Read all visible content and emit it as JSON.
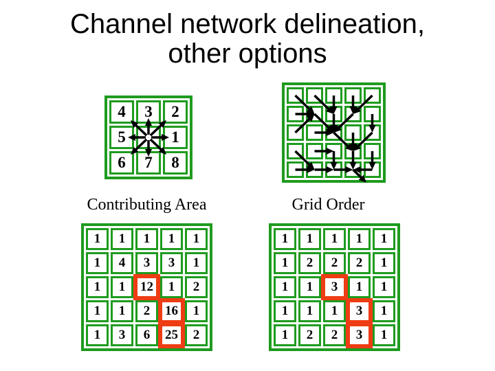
{
  "title": {
    "line1": "Channel network delineation,",
    "line2": "other options"
  },
  "colors": {
    "grid_green": "#1e9b1e",
    "highlight_red": "#ee3c14",
    "arrow_black": "#000000",
    "text_black": "#000000",
    "background": "#ffffff"
  },
  "d8_direction_grid": {
    "cells": [
      [
        "4",
        "3",
        "2"
      ],
      [
        "5",
        "",
        "1"
      ],
      [
        "6",
        "7",
        "8"
      ]
    ],
    "center_arrow_directions": [
      "N",
      "NE",
      "E",
      "SE",
      "S",
      "SW",
      "W",
      "NW"
    ]
  },
  "flow_direction_grid": {
    "rows": 5,
    "cols": 5,
    "directions": [
      [
        "SE",
        "SE",
        "S",
        "S",
        "SW"
      ],
      [
        "E",
        "SE",
        "S",
        "SW",
        "S"
      ],
      [
        "NE",
        "E",
        "SE",
        "S",
        "SW"
      ],
      [
        "SE",
        "E",
        "S",
        "S",
        "S"
      ],
      [
        "E",
        "E",
        "E",
        "SE-out",
        "W"
      ]
    ]
  },
  "labels": {
    "contributing_area": "Contributing Area",
    "grid_order": "Grid Order"
  },
  "contributing_area_grid": {
    "values": [
      [
        "1",
        "1",
        "1",
        "1",
        "1"
      ],
      [
        "1",
        "4",
        "3",
        "3",
        "1"
      ],
      [
        "1",
        "1",
        "12",
        "1",
        "2"
      ],
      [
        "1",
        "1",
        "2",
        "16",
        "1"
      ],
      [
        "1",
        "3",
        "6",
        "25",
        "2"
      ]
    ],
    "highlighted_cells": [
      [
        2,
        2
      ],
      [
        3,
        3
      ],
      [
        4,
        3
      ]
    ]
  },
  "grid_order_grid": {
    "values": [
      [
        "1",
        "1",
        "1",
        "1",
        "1"
      ],
      [
        "1",
        "2",
        "2",
        "2",
        "1"
      ],
      [
        "1",
        "1",
        "3",
        "1",
        "1"
      ],
      [
        "1",
        "1",
        "1",
        "3",
        "1"
      ],
      [
        "1",
        "2",
        "2",
        "3",
        "1"
      ]
    ],
    "highlighted_cells": [
      [
        2,
        2
      ],
      [
        3,
        3
      ],
      [
        4,
        3
      ]
    ]
  }
}
